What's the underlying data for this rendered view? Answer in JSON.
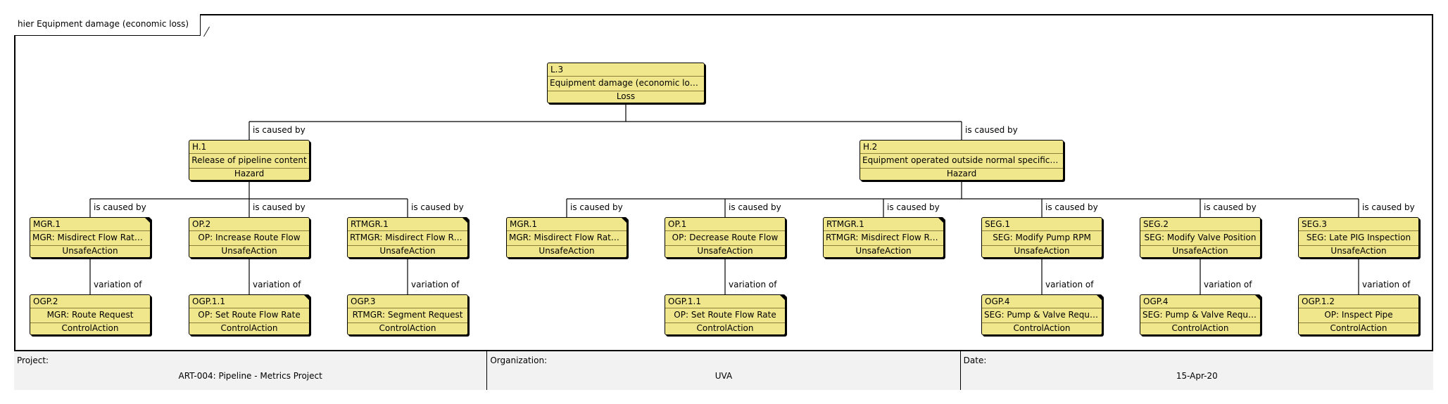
{
  "frame": {
    "title": "hier Equipment damage (economic loss)"
  },
  "nodes": {
    "l3": {
      "id": "L.3",
      "name": "Equipment damage (economic loss)",
      "type": "Loss"
    },
    "h1": {
      "id": "H.1",
      "name": "Release of pipeline content",
      "type": "Hazard"
    },
    "h2": {
      "id": "H.2",
      "name": "Equipment operated outside normal specification",
      "type": "Hazard"
    },
    "mgr1a": {
      "id": "MGR.1",
      "name": "MGR: Misdirect Flow Rate C...",
      "type": "UnsafeAction"
    },
    "op2": {
      "id": "OP.2",
      "name": "OP: Increase Route Flow",
      "type": "UnsafeAction"
    },
    "rtmgr1a": {
      "id": "RTMGR.1",
      "name": "RTMGR: Misdirect Flow Rate...",
      "type": "UnsafeAction"
    },
    "mgr1b": {
      "id": "MGR.1",
      "name": "MGR: Misdirect Flow Rate C...",
      "type": "UnsafeAction"
    },
    "op1": {
      "id": "OP.1",
      "name": "OP: Decrease Route Flow",
      "type": "UnsafeAction"
    },
    "rtmgr1b": {
      "id": "RTMGR.1",
      "name": "RTMGR: Misdirect Flow Rate...",
      "type": "UnsafeAction"
    },
    "seg1": {
      "id": "SEG.1",
      "name": "SEG: Modify Pump RPM",
      "type": "UnsafeAction"
    },
    "seg2": {
      "id": "SEG.2",
      "name": "SEG: Modify Valve Position",
      "type": "UnsafeAction"
    },
    "seg3": {
      "id": "SEG.3",
      "name": "SEG: Late PIG Inspection",
      "type": "UnsafeAction"
    },
    "ogp2": {
      "id": "OGP.2",
      "name": "MGR: Route Request",
      "type": "ControlAction"
    },
    "ogp11a": {
      "id": "OGP.1.1",
      "name": "OP: Set Route Flow Rate",
      "type": "ControlAction"
    },
    "ogp3": {
      "id": "OGP.3",
      "name": "RTMGR: Segment Request",
      "type": "ControlAction"
    },
    "ogp11b": {
      "id": "OGP.1.1",
      "name": "OP: Set Route Flow Rate",
      "type": "ControlAction"
    },
    "ogp4a": {
      "id": "OGP.4",
      "name": "SEG: Pump & Valve Request",
      "type": "ControlAction"
    },
    "ogp4b": {
      "id": "OGP.4",
      "name": "SEG: Pump & Valve Request",
      "type": "ControlAction"
    },
    "ogp12": {
      "id": "OGP.1.2",
      "name": "OP: Inspect Pipe",
      "type": "ControlAction"
    }
  },
  "relations": {
    "caused_by": "is caused by",
    "variation_of": "variation of"
  },
  "info": {
    "project_label": "Project:",
    "project_value": "ART-004: Pipeline - Metrics Project",
    "organization_label": "Organization:",
    "organization_value": "UVA",
    "date_label": "Date:",
    "date_value": "15-Apr-20"
  }
}
